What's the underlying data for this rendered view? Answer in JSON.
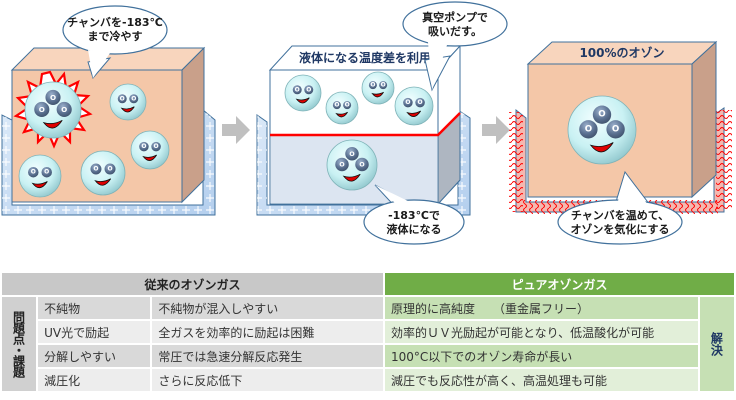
{
  "diagram": {
    "step1": {
      "bubble": [
        "チャンバを-183℃",
        "まで冷やす"
      ]
    },
    "step2": {
      "title": "液体になる温度差を利用",
      "bubble_top": [
        "真空ポンプで",
        "吸いだす。"
      ],
      "bubble_bottom": [
        "-183℃で",
        "液体になる"
      ]
    },
    "step3": {
      "title": "100%のオゾン",
      "bubble": [
        "チャンバを温めて、",
        "オゾンを気化にする"
      ]
    },
    "atom_label": "O",
    "colors": {
      "chamber": "#f4c7a8",
      "chamber_side": "#c9a08a",
      "chamber_edge": "#41719c",
      "cold_wall": "#c5dcf3",
      "heater_wall": "#f4b8b0",
      "heat_wave": "#ff0000",
      "liquid_line": "#ff0000",
      "molecule": "#c9f1f3",
      "atom": "#5a7090",
      "arrow": "#c0c0c0"
    }
  },
  "table": {
    "header_old": "従来のオゾンガス",
    "header_new": "ピュアオゾンガス",
    "side_label": "問題点・課題",
    "result_label": "解決",
    "rows": [
      {
        "item": "不純物",
        "problem": "不純物が混入しやすい",
        "solution": "原理的に高純度　　（重金属フリー）"
      },
      {
        "item": "UV光で励起",
        "problem": "全ガスを効率的に励起は困難",
        "solution": "効率的ＵＶ光励起が可能となり、低温酸化が可能"
      },
      {
        "item": "分解しやすい",
        "problem": "常圧では急速分解反応発生",
        "solution": "100°C以下でのオゾン寿命が長い"
      },
      {
        "item": "減圧化",
        "problem": "さらに反応低下",
        "solution": "減圧でも反応性が高く、高温処理も可能"
      }
    ]
  }
}
